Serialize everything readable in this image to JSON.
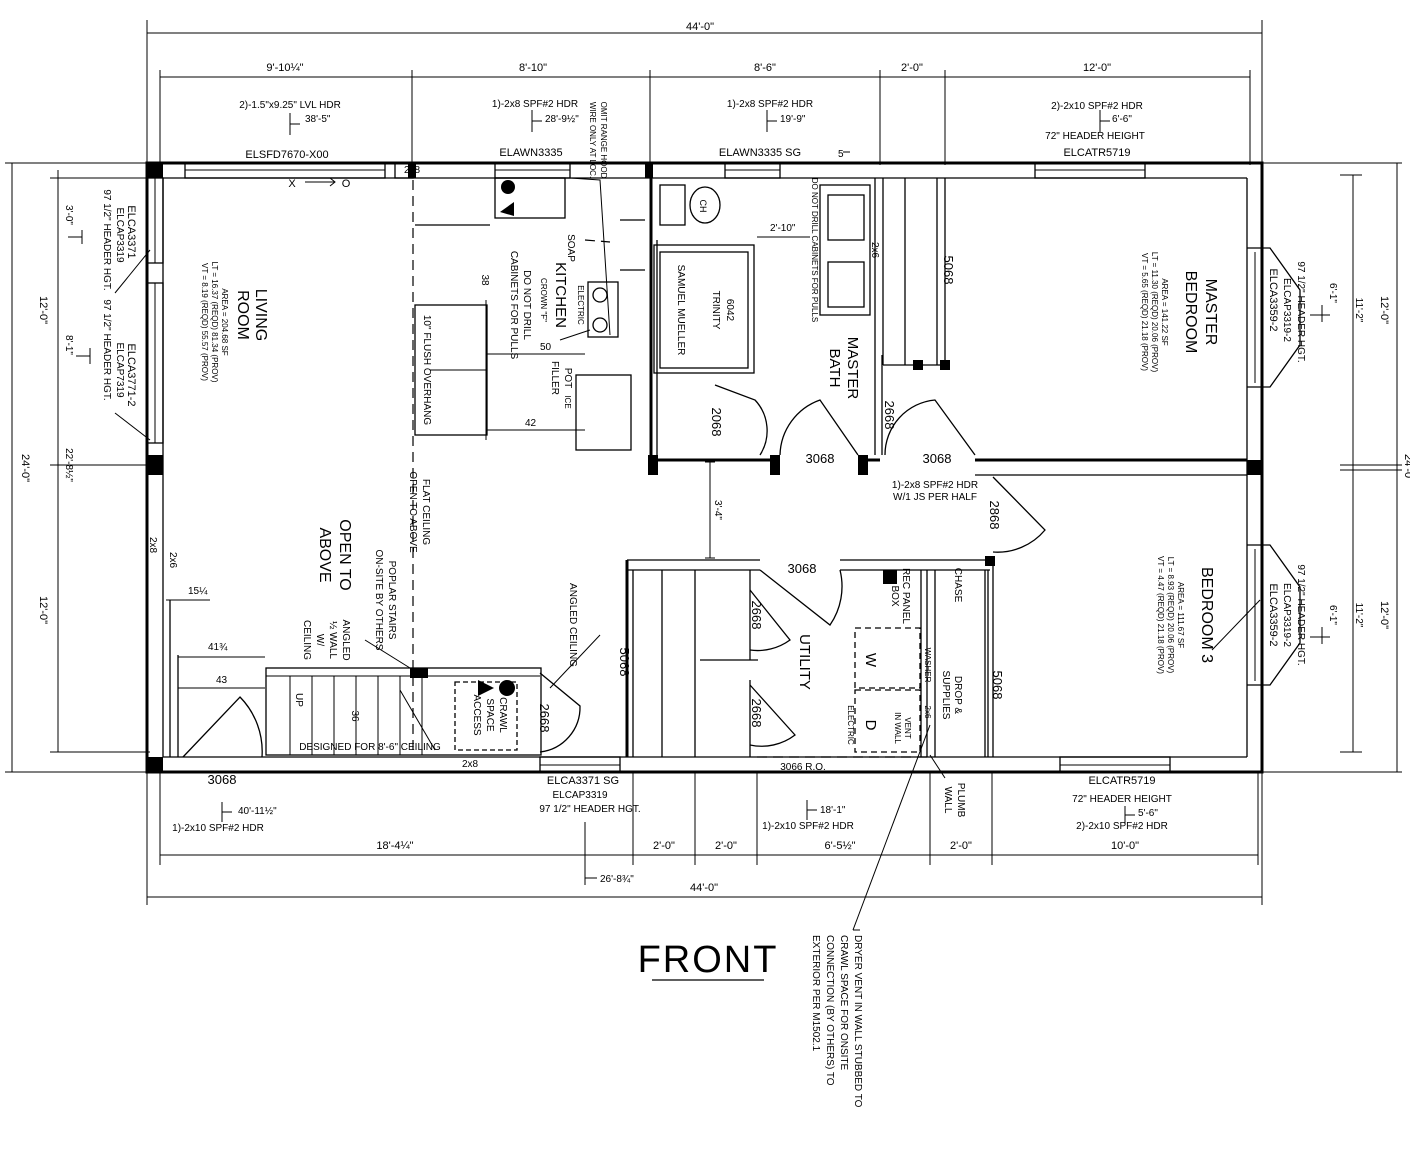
{
  "dims": {
    "overall_top": "44'-0\"",
    "overall_bottom": "44'-0\"",
    "top_1": "9'-10¼\"",
    "top_2": "8'-10\"",
    "top_3": "8'-6\"",
    "top_4": "2'-0\"",
    "top_5": "12'-0\"",
    "bottom_1": "18'-4¼\"",
    "bottom_2": "2'-0\"",
    "bottom_3": "2'-0\"",
    "bottom_4": "6'-5½\"",
    "bottom_5": "2'-0\"",
    "bottom_6": "10'-0\"",
    "left_outer": "24'-0\"",
    "left_upper": "12'-0\"",
    "left_lower": "12'-0\"",
    "right_outer": "24'-0\"",
    "right_upper": "12'-0\"",
    "right_lower": "12'-0\"",
    "right_inner_upper": "11'-2\"",
    "right_inner_lower": "11'-2\"",
    "left_3_0": "3'-0\"",
    "left_8_1": "8'-1\"",
    "left_22_8": "22'-8½\"",
    "right_6_1_upper": "6'-1\"",
    "right_6_1_lower": "6'-1\"",
    "d_2_10": "2'-10\"",
    "d_3_4": "3'-4\"",
    "d_38": "38",
    "d_50": "50",
    "d_42": "42",
    "d_15": "15¼",
    "d_41": "41¾",
    "d_43": "43",
    "d_36": "36",
    "d_5": "5"
  },
  "headers": {
    "top_1_line1": "2)-1.5\"x9.25\" LVL HDR",
    "top_1_line2": "38'-5\"",
    "top_2_line1": "1)-2x8 SPF#2 HDR",
    "top_2_line2": "28'-9½\"",
    "top_3_line1": "1)-2x8 SPF#2 HDR",
    "top_3_line2": "19'-9\"",
    "top_5_line1": "2)-2x10 SPF#2 HDR",
    "top_5_line2": "6'-6\"",
    "top_5_line3": "72\" HEADER HEIGHT",
    "bottom_1_line1": "40'-11½\"",
    "bottom_1_line2": "1)-2x10 SPF#2 HDR",
    "bottom_4_line1": "18'-1\"",
    "bottom_4_line2": "1)-2x10 SPF#2 HDR",
    "bottom_6_line1": "72\" HEADER HEIGHT",
    "bottom_6_line2": "2)-2x10 SPF#2 HDR",
    "bottom_6_line3": "5'-6\"",
    "bottom_mid": "26'-8¾\"",
    "hall": "1)-2x8 SPF#2 HDR",
    "hall_2": "W/1 JS PER HALF"
  },
  "windows": {
    "slider": "ELSFD7670-X00",
    "slider_op": "X",
    "slider_fix": "O",
    "kitchen": "ELAWN3335",
    "bath": "ELAWN3335 SG",
    "master_top": "ELCATR5719",
    "front_left": "ELCA3371 SG",
    "front_left_2": "ELCAP3319",
    "front_left_3": "97 1/2\" HEADER HGT.",
    "front_right": "ELCATR5719",
    "living_1": "ELCA3371",
    "living_2": "ELCAP3319",
    "living_3": "97 1/2\" HEADER HGT.",
    "living_4": "ELCA3771-2",
    "living_5": "ELCAP7319",
    "living_6": "97 1/2\" HEADER HGT.",
    "master_side_1": "ELCA3359-2",
    "master_side_2": "ELCAP3319-2",
    "master_side_3": "97 1/2\" HEADER HGT.",
    "bed3_side_1": "ELCA3359-2",
    "bed3_side_2": "ELCAP3319-2",
    "bed3_side_3": "97 1/2\" HEADER HGT."
  },
  "rooms": {
    "living_1": "LIVING",
    "living_2": "ROOM",
    "living_area": "AREA = 204.68 SF",
    "living_lt": "LT = 16.37 (REQD) 81.34 (PROV)",
    "living_vt": "VT = 8.19 (REQD) 55.57 (PROV)",
    "kitchen": "KITCHEN",
    "master_bed_1": "MASTER",
    "master_bed_2": "BEDROOM",
    "master_area": "AREA = 141.22 SF",
    "master_lt": "LT = 11.30 (REQD) 20.06 (PROV)",
    "master_vt": "VT = 5.65 (REQD) 21.18 (PROV)",
    "master_bath_1": "MASTER",
    "master_bath_2": "BATH",
    "bed3": "BEDROOM 3",
    "bed3_area": "AREA = 111.67 SF",
    "bed3_lt": "LT = 8.93 (REQD) 20.06 (PROV)",
    "bed3_vt": "VT = 4.47 (REQD) 21.18 (PROV)",
    "utility": "UTILITY",
    "open_1": "OPEN TO",
    "open_2": "ABOVE"
  },
  "notes": {
    "wall_2x8": "2x8",
    "wall_2x8_b": "2x8",
    "wall_2x8_c": "2x8",
    "wall_2x6": "2x6",
    "wall_2x6_b": "2x6",
    "wall_2x6_c": "2x6",
    "range_hood_1": "OMIT RANGE HOOD",
    "range_hood_2": "WIRE ONLY AT LOC.",
    "soap": "SOAP",
    "crown": "CROWN \"F\"",
    "electric": "ELECTRIC",
    "do_not_drill_1": "DO NOT DRILL",
    "do_not_drill_2": "CABINETS FOR PULLS",
    "pot": "POT",
    "filler": "FILLER",
    "ice": "ICE",
    "flush": "10\" FLUSH OVERHANG",
    "tub_1": "SAMUEL MUELLER",
    "tub_2": "TRINITY",
    "tub_3": "6042",
    "ch": "CH",
    "bath_do_not_drill": "DO NOT DRILL CABINETS FOR PULLS",
    "flat_1": "FLAT CEILING",
    "flat_2": "OPEN TO ABOVE",
    "poplar_1": "POPLAR STAIRS",
    "poplar_2": "ON-SITE BY OTHERS",
    "angled_1": "ANGLED",
    "angled_2": "½ WALL",
    "angled_3": "W/",
    "angled_4": "CEILING",
    "angled_ceiling": "ANGLED CEILING",
    "up": "UP",
    "designed": "DESIGNED FOR 8'-6\" CEILING",
    "crawl_1": "CRAWL",
    "crawl_2": "SPACE",
    "crawl_3": "ACCESS",
    "rec_1": "REC PANEL",
    "rec_2": "BOX",
    "chase": "CHASE",
    "washer": "WASHER",
    "dryer_w": "W",
    "dryer_d": "D",
    "vent_1": "VENT",
    "vent_2": "IN WALL",
    "drop_1": "DROP &",
    "drop_2": "SUPPLIES",
    "plumb_1": "PLUMB",
    "plumb_2": "WALL",
    "ro": "3066 R.O.",
    "dryer_note_1": "DRYER VENT IN WALL STUBBED TO",
    "dryer_note_2": "CRAWL SPACE FOR ONSITE",
    "dryer_note_3": "CONNECTION (BY OTHERS) TO",
    "dryer_note_4": "EXTERIOR PER M1502.1",
    "front": "FRONT"
  },
  "doors": {
    "entry": "3068",
    "d_2068_a": "2068",
    "d_2068_b": "2068",
    "d_3068_a": "3068",
    "d_3068_b": "3068",
    "d_2668_a": "2668",
    "d_2868": "2868",
    "d_3068_c": "3068",
    "d_2668_b": "2668",
    "d_2668_c": "2668",
    "d_2668_d": "2668",
    "closet_5068_a": "5068",
    "closet_5068_b": "5068",
    "closet_5068_c": "5068"
  }
}
